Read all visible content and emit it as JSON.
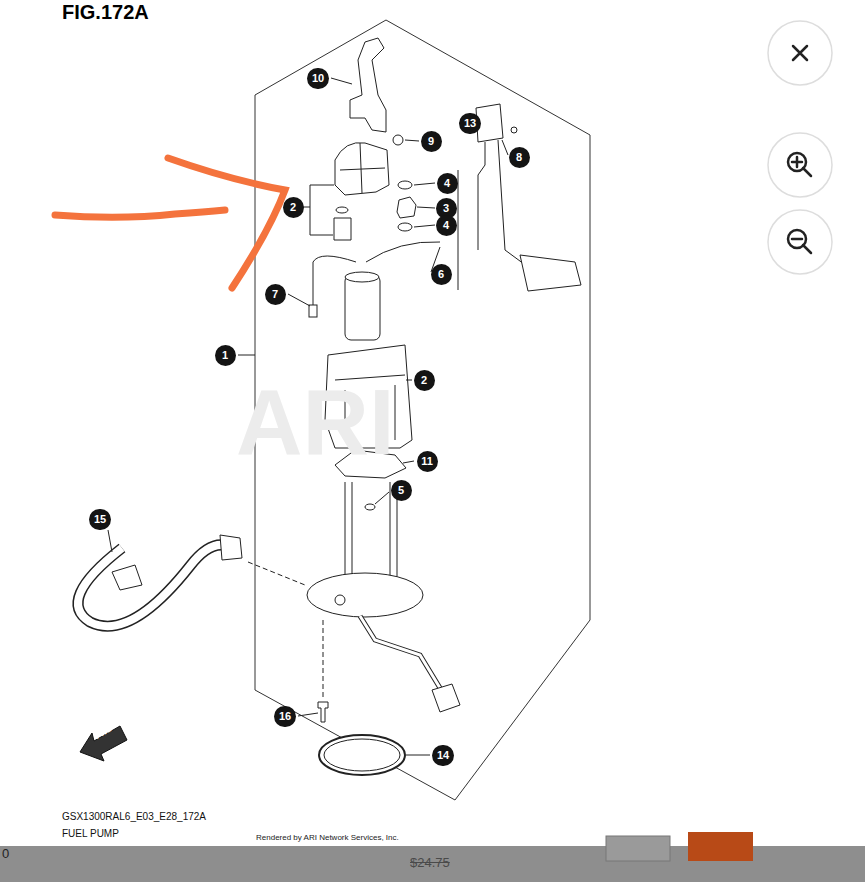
{
  "diagram": {
    "title": "FIG.172A",
    "nodes": [
      {
        "text": [
          "10"
        ]
      },
      {
        "text": [
          "13"
        ]
      },
      {
        "text": [
          "9"
        ]
      },
      {
        "text": [
          "8"
        ]
      },
      {
        "text": [
          "4"
        ]
      },
      {
        "text": [
          "2"
        ]
      },
      {
        "text": [
          "3"
        ]
      },
      {
        "text": [
          "4"
        ]
      },
      {
        "text": [
          "6"
        ]
      },
      {
        "text": [
          "7"
        ]
      },
      {
        "text": [
          "1"
        ]
      },
      {
        "text": [
          "2"
        ]
      },
      {
        "text": [
          "11"
        ]
      },
      {
        "text": [
          "5"
        ]
      },
      {
        "text": [
          "15"
        ]
      },
      {
        "text": [
          "16"
        ]
      },
      {
        "text": [
          "14"
        ]
      }
    ],
    "labels": [
      "ARI",
      "FWD",
      "GSX1300RAL6_E03_E28_172A",
      "FUEL PUMP",
      "Rendered by ARI Network Services, Inc.",
      "0",
      "$24.75"
    ]
  }
}
